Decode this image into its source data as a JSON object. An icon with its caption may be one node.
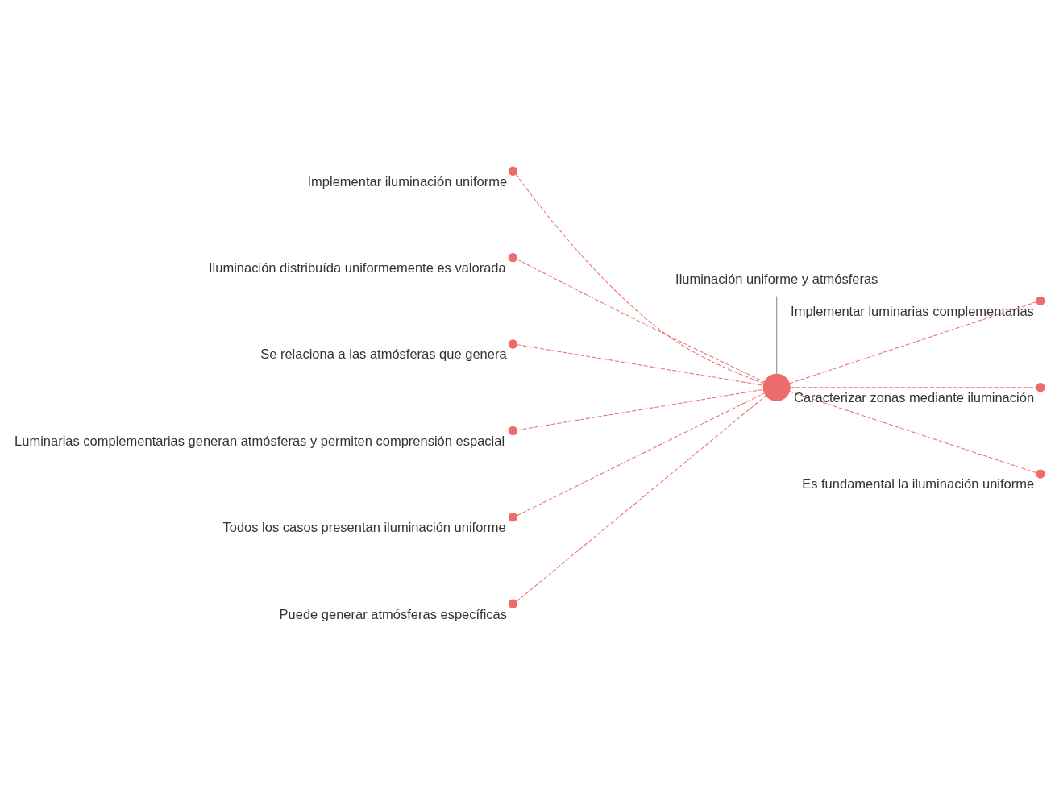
{
  "diagram": {
    "nodes": [
      {
        "text": [],
        "shape": "circle"
      },
      {
        "text": [
          "Iluminación uniforme y atmósferas"
        ]
      },
      {
        "text": [],
        "shape": "circle",
        "beside": [
          "Implementar iluminación uniforme"
        ]
      },
      {
        "text": [],
        "shape": "circle",
        "beside": [
          "Iluminación distribuída uniformemente es valorada"
        ]
      },
      {
        "text": [],
        "shape": "circle",
        "beside": [
          "Se relaciona a las atmósferas que genera"
        ]
      },
      {
        "text": [],
        "shape": "circle",
        "beside": [
          "Luminarias complementarias generan atmósferas y permiten comprensión espacial"
        ]
      },
      {
        "text": [],
        "shape": "circle",
        "beside": [
          "Todos los casos presentan iluminación uniforme"
        ]
      },
      {
        "text": [],
        "shape": "circle",
        "beside": [
          "Puede generar atmósferas específicas"
        ]
      },
      {
        "text": [],
        "shape": "circle",
        "beside": [
          "Implementar luminarias complementarias"
        ]
      },
      {
        "text": [],
        "shape": "circle",
        "beside": [
          "Caracterizar zonas mediante iluminación"
        ]
      },
      {
        "text": [],
        "shape": "circle",
        "beside": [
          "Es fundamental la iluminación uniforme"
        ]
      }
    ],
    "edges": [
      {
        "from": 0,
        "to": 1,
        "arrow": "none",
        "color": "#888888"
      },
      {
        "from": 0,
        "to": 2,
        "arrow": "none",
        "style": "dashed"
      },
      {
        "from": 0,
        "to": 3,
        "arrow": "none",
        "style": "dashed"
      },
      {
        "from": 0,
        "to": 4,
        "arrow": "none",
        "style": "dashed"
      },
      {
        "from": 0,
        "to": 5,
        "arrow": "none",
        "style": "dashed"
      },
      {
        "from": 0,
        "to": 6,
        "arrow": "none",
        "style": "dashed"
      },
      {
        "from": 0,
        "to": 7,
        "arrow": "none",
        "style": "dashed"
      },
      {
        "from": 0,
        "to": 8,
        "arrow": "none",
        "style": "dashed"
      },
      {
        "from": 0,
        "to": 9,
        "arrow": "none",
        "style": "dashed"
      },
      {
        "from": 0,
        "to": 10,
        "arrow": "none",
        "style": "dashed"
      }
    ]
  }
}
